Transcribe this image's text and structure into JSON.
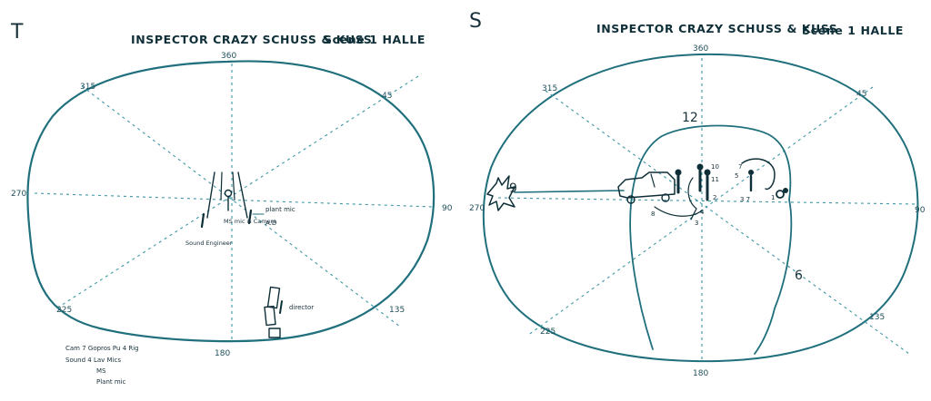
{
  "panels": [
    {
      "letter": "T",
      "title": "INSPECTOR CRAZY SCHUSS & KUSS",
      "scene": "Scene 1  HALLE",
      "degrees": {
        "d0": "360",
        "d45": "45",
        "d90": "90",
        "d135": "135",
        "d180": "180",
        "d225": "225",
        "d270": "270",
        "d315": "315"
      },
      "annotations": {
        "sound_engineer": "Sound Engineer",
        "ms_mic": "MS mic & Camera",
        "plant_mic": "plant mic",
        "ad": "A.D",
        "director": "director"
      },
      "notes": [
        "Cam  7 Gopros  Pu 4 Rig",
        "Sound  4 Lav Mics",
        "MS",
        "Plant mic"
      ]
    },
    {
      "letter": "S",
      "title": "INSPECTOR CRAZY SCHUSS & KUSS",
      "scene": "Scene 1  HALLE",
      "degrees": {
        "d0": "360",
        "d45": "45",
        "d90": "90",
        "d135": "135",
        "d180": "180",
        "d225": "225",
        "d270": "270",
        "d315": "315"
      },
      "numbers": {
        "n12": "12",
        "n9": "9",
        "n10": "10",
        "n11": "11",
        "n2": "2",
        "n3": "3",
        "n4": "4",
        "n5": "5",
        "n6": "6",
        "n7": "7",
        "n8": "8",
        "n37": "3 7",
        "n1": "1"
      }
    }
  ],
  "colors": {
    "ink": "#1f6f7c",
    "dark": "#0f2f38",
    "dashes": "#3d97a6"
  }
}
